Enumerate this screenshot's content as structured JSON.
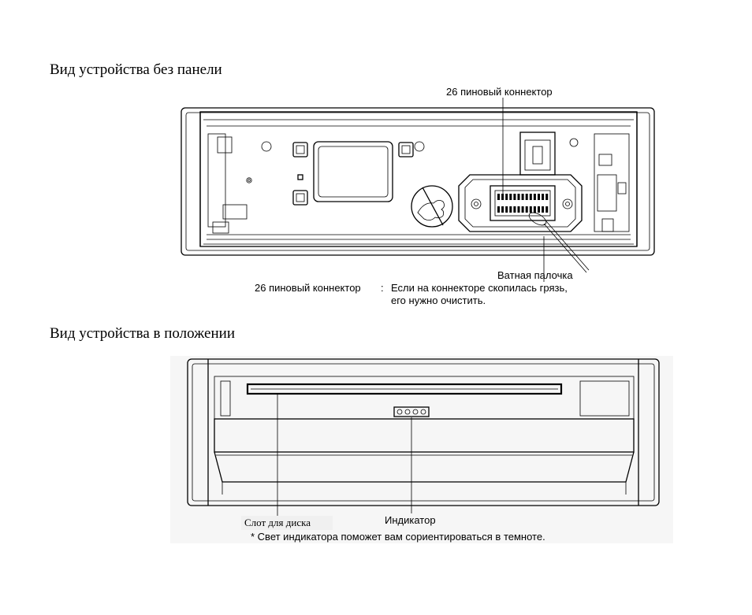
{
  "section1": {
    "heading": "Вид устройства без панели",
    "callout_top": "26 пиновый коннектор",
    "swab_label": "Ватная палочка",
    "connector_label": "26 пиновый коннектор",
    "separator": ":",
    "instruction_line1": "Если на коннекторе скопилась грязь,",
    "instruction_line2": "его нужно очистить."
  },
  "section2": {
    "heading": "Вид устройства в положении",
    "slot_label": "Слот для диска",
    "indicator_label": "Индикатор",
    "footnote": "* Свет индикатора поможет вам сориентироваться в темноте."
  }
}
